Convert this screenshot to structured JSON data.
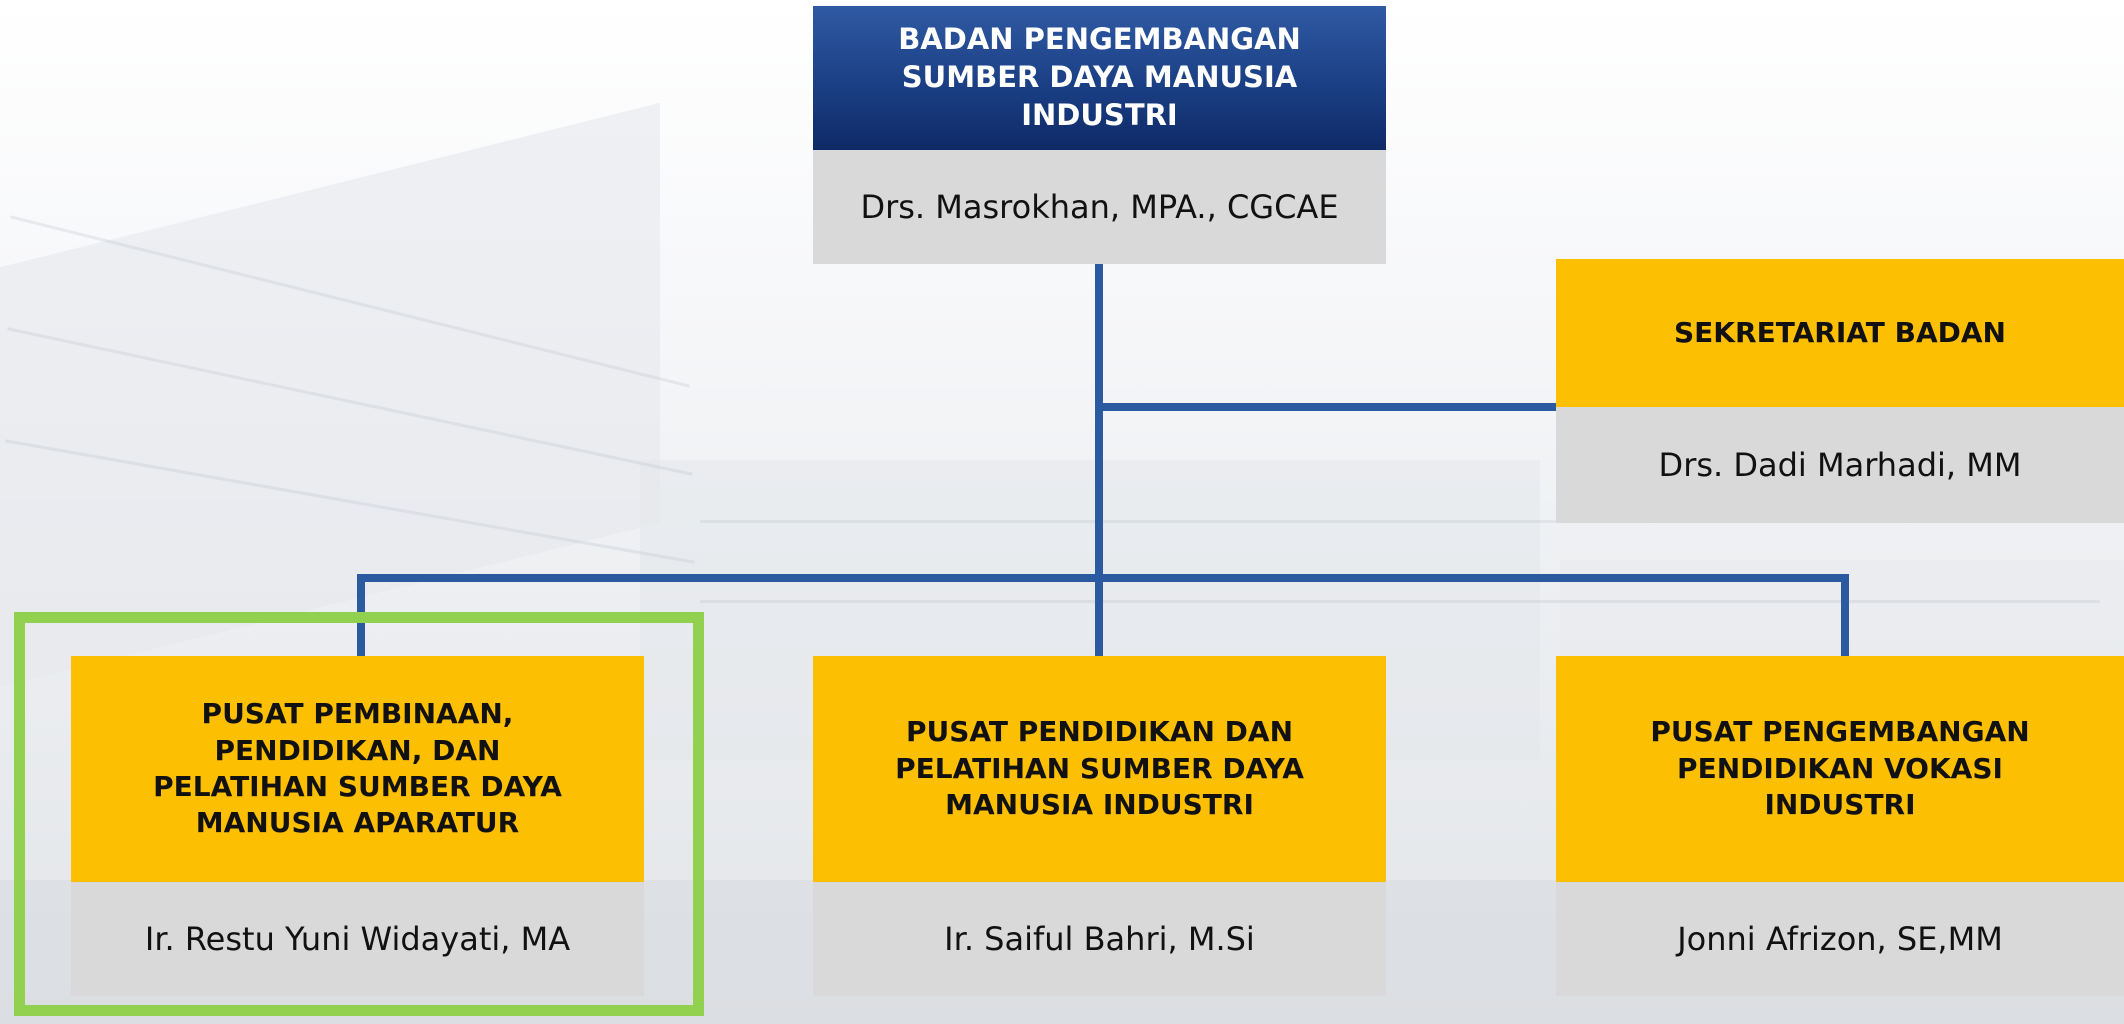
{
  "head": {
    "title": "BADAN PENGEMBANGAN SUMBER DAYA MANUSIA INDUSTRI",
    "name": "Drs. Masrokhan, MPA., CGCAE"
  },
  "secretariat": {
    "title": "SEKRETARIAT BADAN",
    "name": "Drs. Dadi Marhadi, MM"
  },
  "centers": [
    {
      "title": "PUSAT PEMBINAAN, PENDIDIKAN, DAN PELATIHAN SUMBER DAYA MANUSIA APARATUR",
      "name": "Ir. Restu Yuni Widayati, MA"
    },
    {
      "title": "PUSAT PENDIDIKAN DAN PELATIHAN SUMBER DAYA MANUSIA INDUSTRI",
      "name": "Ir. Saiful Bahri, M.Si"
    },
    {
      "title": "PUSAT PENGEMBANGAN PENDIDIKAN VOKASI INDUSTRI",
      "name": "Jonni Afrizon, SE,MM"
    }
  ],
  "colors": {
    "navy": "#1b3f85",
    "yellow": "#fdbf01",
    "gray": "#d9d9d9",
    "connector": "#2c5aa0",
    "highlight": "#92d050"
  }
}
